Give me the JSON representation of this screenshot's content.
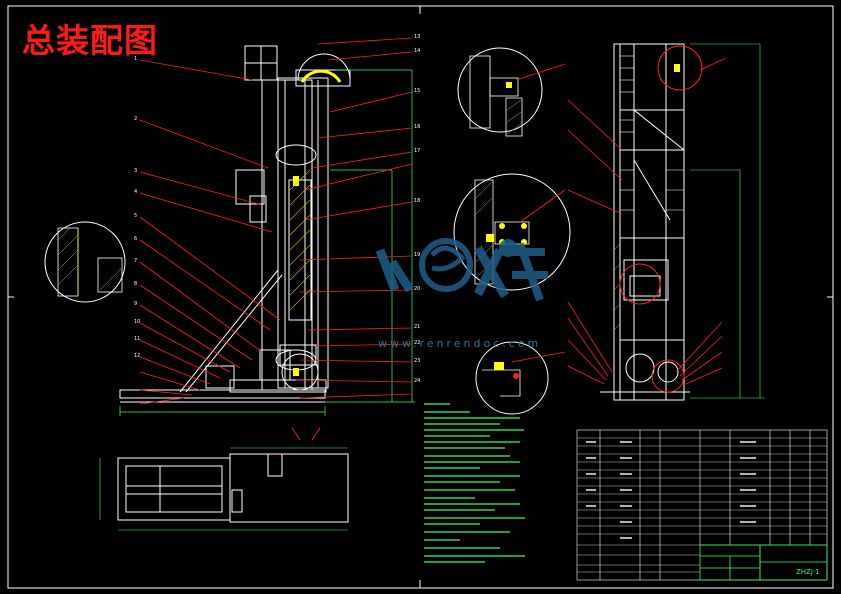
{
  "drawing": {
    "title": "总装配图",
    "watermark_url": "www.renrendoc.com",
    "watermark_logo_text": "人人文库",
    "drawing_number": "ZHZJ-1"
  },
  "colors": {
    "background": "#000000",
    "lines": "#ffffff",
    "leaders": "#ff2020",
    "dimensions": "#33ff66",
    "highlight": "#ffff00",
    "title_text": "#ff1a1a",
    "watermark": "#1f5f8a"
  }
}
